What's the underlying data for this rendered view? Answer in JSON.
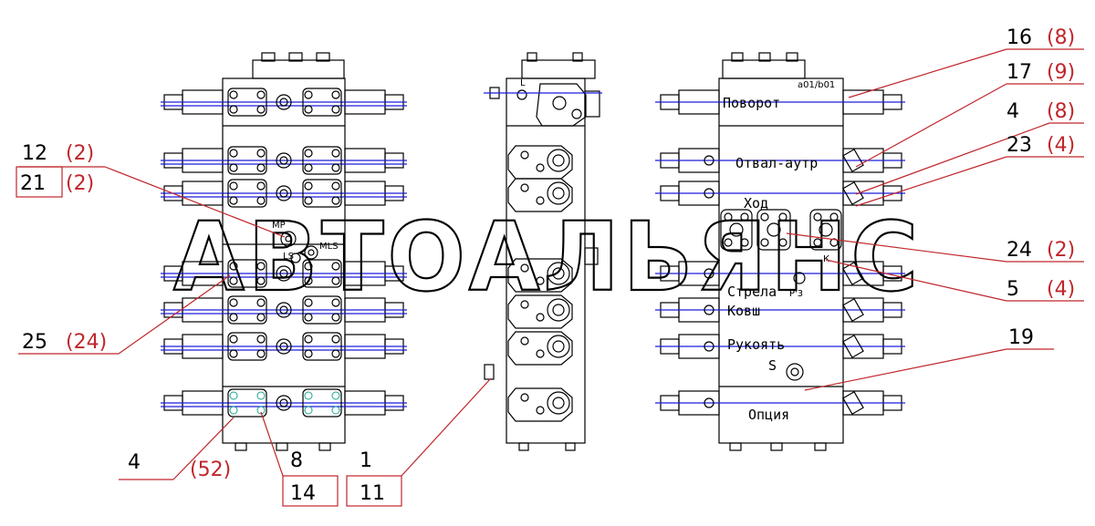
{
  "watermark": "АВТОАЛЬЯНС",
  "callouts": [
    {
      "id": "c16",
      "num": "16",
      "qty": "(8)"
    },
    {
      "id": "c17",
      "num": "17",
      "qty": "(9)"
    },
    {
      "id": "c4a",
      "num": "4",
      "qty": "(8)"
    },
    {
      "id": "c23",
      "num": "23",
      "qty": "(4)"
    },
    {
      "id": "c24",
      "num": "24",
      "qty": "(2)"
    },
    {
      "id": "c5",
      "num": "5",
      "qty": "(4)"
    },
    {
      "id": "c19",
      "num": "19",
      "qty": ""
    },
    {
      "id": "c12",
      "num": "12",
      "qty": "(2)"
    },
    {
      "id": "c21",
      "num": "21",
      "qty": "(2)"
    },
    {
      "id": "c25",
      "num": "25",
      "qty": "(24)"
    },
    {
      "id": "c4b",
      "num": "4",
      "qty": ""
    },
    {
      "id": "c52",
      "num": "",
      "qty": "(52)"
    },
    {
      "id": "c8",
      "num": "8",
      "qty": ""
    },
    {
      "id": "c14",
      "num": "14",
      "qty": ""
    },
    {
      "id": "c1",
      "num": "1",
      "qty": ""
    },
    {
      "id": "c11",
      "num": "11",
      "qty": ""
    }
  ],
  "section_labels": {
    "povorot": "Поворот",
    "code": "a01/b01",
    "otval": "Отвал-аутр",
    "hod": "Ход",
    "strela": "Стрела",
    "kovsh": "Ковш",
    "rukoyat": "Рукоять",
    "opciya": "Опция",
    "s_right": "S",
    "p3": "Р'3",
    "k": "К"
  },
  "port_labels": {
    "mp": "MP",
    "mls": "MLS",
    "ls": "LS",
    "l_top": "L"
  },
  "colors": {
    "line": "#000000",
    "hydraulic": "#1c1cdc",
    "bolt": "#19a58c",
    "callout": "#c0262b"
  }
}
